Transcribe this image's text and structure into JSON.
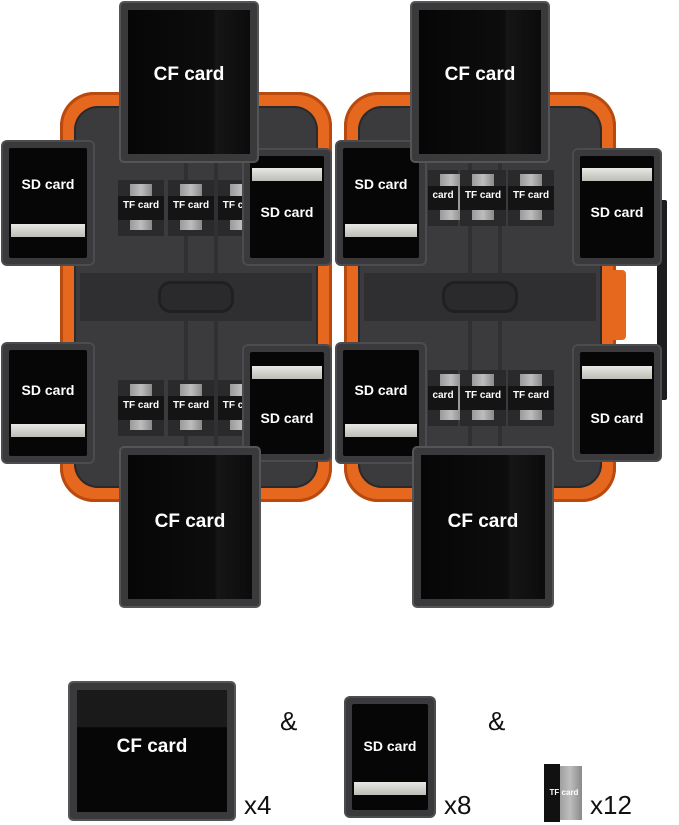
{
  "cases": {
    "left": {
      "cf_top": "CF card",
      "cf_bottom": "CF card",
      "sd": [
        "SD card",
        "SD card",
        "SD card",
        "SD card"
      ],
      "tf": [
        "TF card",
        "TF card",
        "TF c",
        "TF card",
        "TF card",
        "TF c"
      ]
    },
    "right": {
      "cf_top": "CF card",
      "cf_bottom": "CF card",
      "sd": [
        "SD card",
        "SD card",
        "SD card",
        "SD card"
      ],
      "tf": [
        "card",
        "TF card",
        "TF card",
        "card",
        "TF card",
        "TF card"
      ]
    }
  },
  "legend": {
    "cf_label": "CF card",
    "sd_label": "SD card",
    "tf_label": "TF card",
    "separator_1": "&",
    "separator_2": "&",
    "cf_count": "x4",
    "sd_count": "x8",
    "tf_count": "x12"
  },
  "colors": {
    "case_orange": "#e6671e",
    "case_gray": "#3b3b3d",
    "card_black": "#060606"
  }
}
